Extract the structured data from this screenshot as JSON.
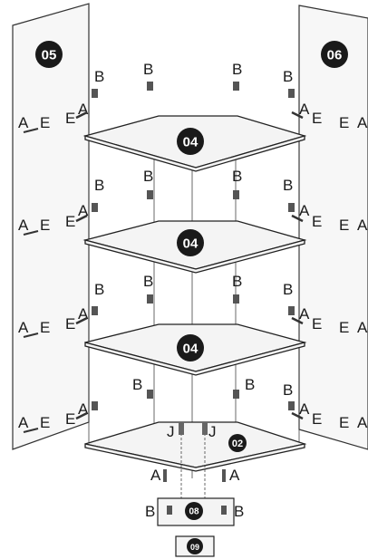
{
  "parts": {
    "left_panel": "05",
    "right_panel": "06",
    "shelves": [
      "04",
      "04",
      "04"
    ],
    "bottom_shelf": "02",
    "connector": "08",
    "base": "09"
  },
  "hardware": {
    "B": "B",
    "A": "A",
    "E": "E",
    "J": "J"
  }
}
